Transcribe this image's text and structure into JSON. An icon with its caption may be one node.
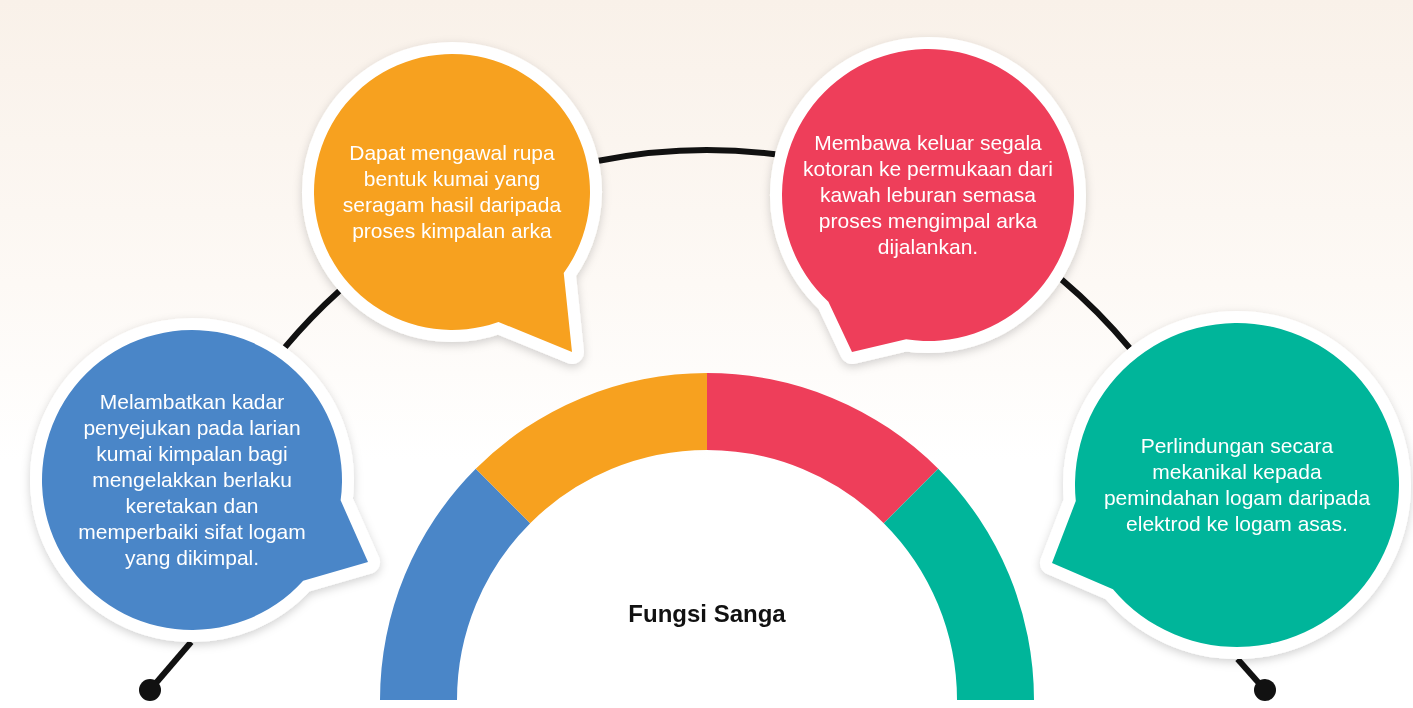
{
  "diagram": {
    "nodes": [
      {
        "text": [
          "Melambatkan kadar penyejukan pada larian kumai kimpalan bagi mengelakkan berlaku keretakan dan memperbaiki sifat logam yang dikimpal."
        ]
      },
      {
        "text": [
          "Dapat mengawal rupa bentuk kumai yang seragam hasil daripada proses kimpalan arka"
        ]
      },
      {
        "text": [
          "Membawa keluar segala kotoran ke permukaan dari kawah leburan semasa proses mengimpal arka dijalankan."
        ]
      },
      {
        "text": [
          "Perlindungan secara mekanikal kepada pemindahan logam daripada elektrod ke logam asas."
        ]
      },
      {
        "text": [
          "Fungsi Sanga"
        ]
      }
    ],
    "edges": [
      {
        "from": 0,
        "to": 1,
        "arrow": "none"
      },
      {
        "from": 1,
        "to": 2,
        "arrow": "none"
      },
      {
        "from": 2,
        "to": 3,
        "arrow": "none"
      },
      {
        "from": 0,
        "to": null,
        "arrow": "other"
      },
      {
        "from": 3,
        "to": null,
        "arrow": "other"
      }
    ]
  }
}
